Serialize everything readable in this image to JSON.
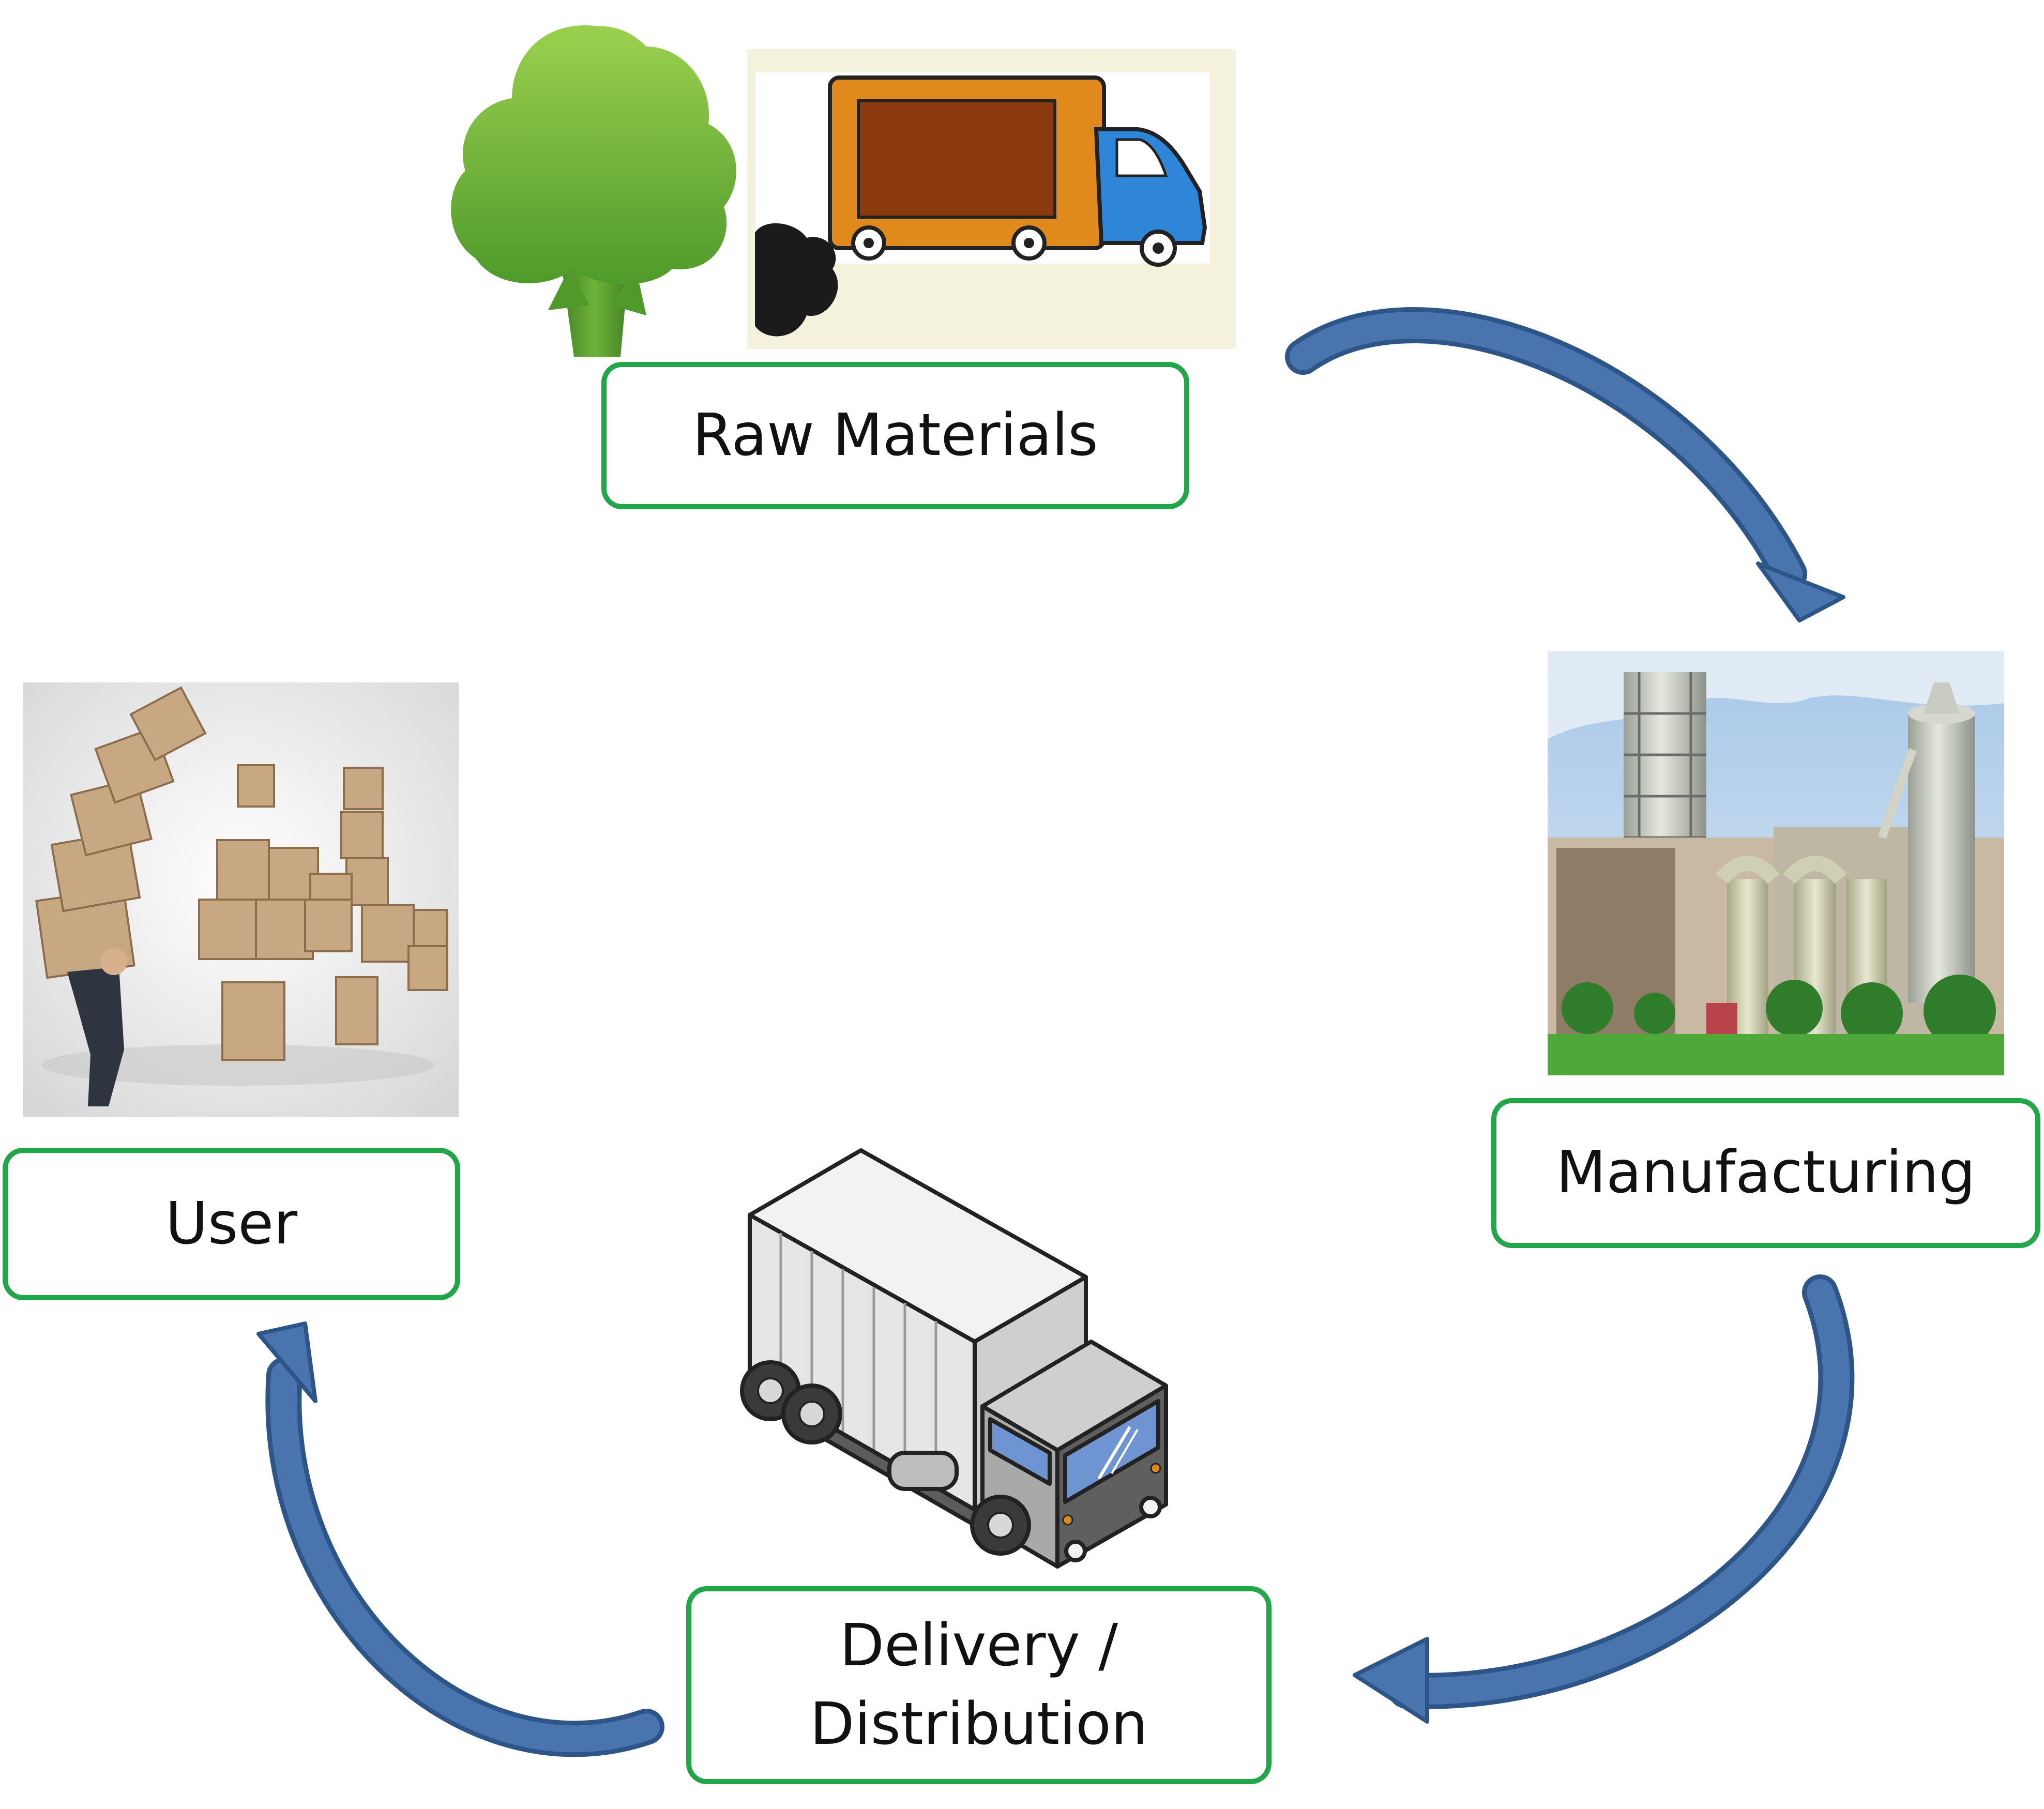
{
  "stages": {
    "raw_materials": {
      "label": "Raw Materials",
      "image": "tree-and-truck-icon"
    },
    "manufacturing": {
      "label": "Manufacturing",
      "image": "factory-photo"
    },
    "delivery": {
      "label_line1": "Delivery /",
      "label_line2": "Distribution",
      "image": "delivery-truck-icon"
    },
    "user": {
      "label": "User",
      "image": "person-carrying-boxes-photo"
    }
  },
  "colors": {
    "box_border": "#21a64a",
    "arrow": "#4a74ad",
    "arrow_outline": "#2e5587",
    "text": "#111111"
  },
  "flow": [
    "Raw Materials",
    "Manufacturing",
    "Delivery / Distribution",
    "User"
  ]
}
